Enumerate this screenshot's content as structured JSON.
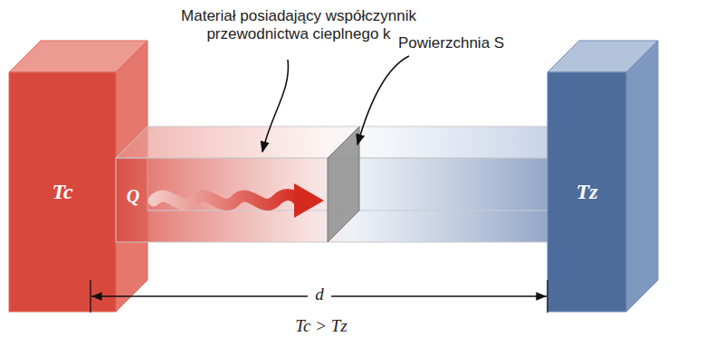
{
  "diagram": {
    "nodes": [
      {
        "text": [
          "Tc"
        ]
      },
      {
        "text": [
          "Tz"
        ]
      }
    ],
    "labels": [
      "Materiał posiadający współczynnik przewodnictwa cieplnego k",
      "Powierzchnia S",
      "Q",
      "d",
      "Tc > Tz"
    ]
  }
}
